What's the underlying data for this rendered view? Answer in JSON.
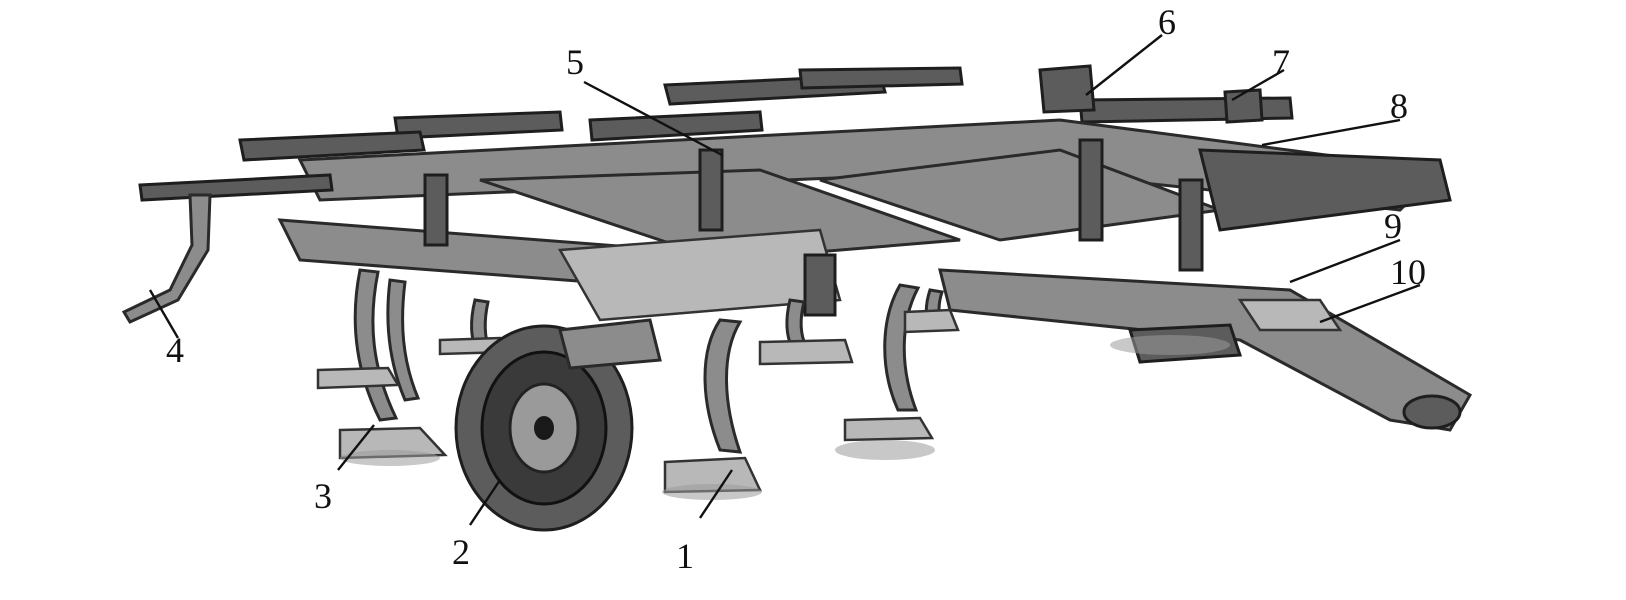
{
  "figure": {
    "callouts": [
      {
        "id": "1",
        "label": "1"
      },
      {
        "id": "2",
        "label": "2"
      },
      {
        "id": "3",
        "label": "3"
      },
      {
        "id": "4",
        "label": "4"
      },
      {
        "id": "5",
        "label": "5"
      },
      {
        "id": "6",
        "label": "6"
      },
      {
        "id": "7",
        "label": "7"
      },
      {
        "id": "8",
        "label": "8"
      },
      {
        "id": "9",
        "label": "9"
      },
      {
        "id": "10",
        "label": "10"
      }
    ]
  }
}
